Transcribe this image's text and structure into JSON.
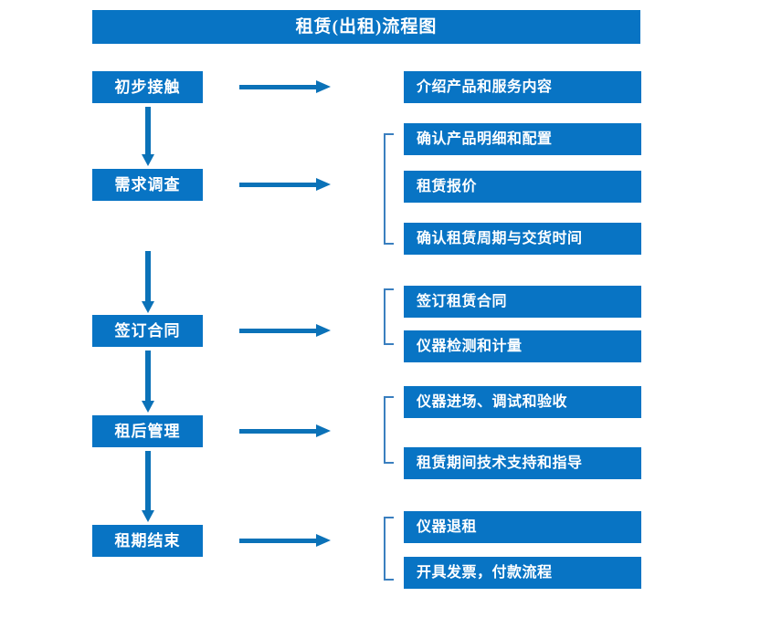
{
  "chart_data": {
    "type": "diagram",
    "title": "租赁(出租)流程图",
    "diagram_kind": "flowchart",
    "stages": [
      {
        "label": "初步接触",
        "details": [
          "介绍产品和服务内容"
        ],
        "grouped": false
      },
      {
        "label": "需求调查",
        "details": [
          "确认产品明细和配置",
          "租赁报价",
          "确认租赁周期与交货时间"
        ],
        "grouped": true
      },
      {
        "label": "签订合同",
        "details": [
          "签订租赁合同",
          "仪器检测和计量"
        ],
        "grouped": true
      },
      {
        "label": "租后管理",
        "details": [
          "仪器进场、调试和验收",
          "租赁期间技术支持和指导"
        ],
        "grouped": true
      },
      {
        "label": "租期结束",
        "details": [
          "仪器退租",
          "开具发票，付款流程"
        ],
        "grouped": true
      }
    ]
  },
  "header": {
    "title": "租赁(出租)流程图"
  },
  "stages": [
    {
      "label": "初步接触"
    },
    {
      "label": "需求调查"
    },
    {
      "label": "签订合同"
    },
    {
      "label": "租后管理"
    },
    {
      "label": "租期结束"
    }
  ],
  "details": [
    {
      "label": "介绍产品和服务内容"
    },
    {
      "label": "确认产品明细和配置"
    },
    {
      "label": "租赁报价"
    },
    {
      "label": "确认租赁周期与交货时间"
    },
    {
      "label": "签订租赁合同"
    },
    {
      "label": "仪器检测和计量"
    },
    {
      "label": "仪器进场、调试和验收"
    },
    {
      "label": "租赁期间技术支持和指导"
    },
    {
      "label": "仪器退租"
    },
    {
      "label": "开具发票，付款流程"
    }
  ],
  "colors": {
    "box_fill": "#0874c4",
    "box_text": "#ffffff",
    "arrow": "#0b72b8",
    "bracket": "#3a7fbf",
    "background": "#ffffff"
  }
}
